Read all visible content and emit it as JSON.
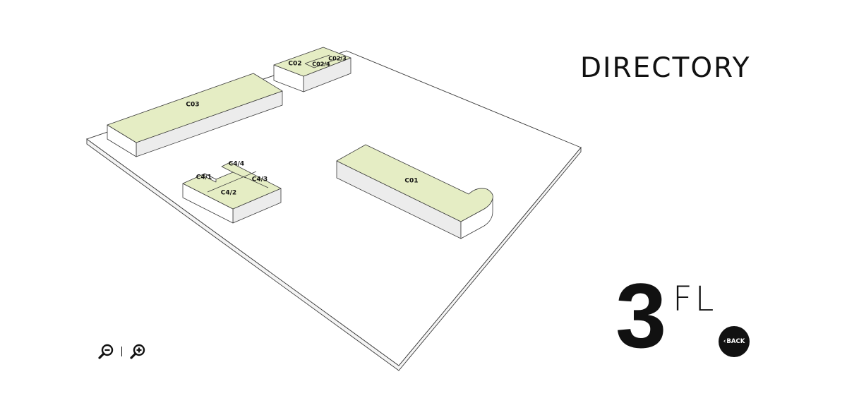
{
  "header": {
    "title": "DIRECTORY"
  },
  "floor": {
    "number": "3",
    "suffix": "FL"
  },
  "nav": {
    "back_label": "BACK",
    "back_chevron": "‹"
  },
  "zoom": {
    "zoom_out_icon": "zoom-out-icon",
    "zoom_in_icon": "zoom-in-icon"
  },
  "rooms": {
    "c01": "C01",
    "c02": "C02",
    "c02_3": "C02/3",
    "c02_4": "C02/4",
    "c03": "C03",
    "c4_1": "C4/1",
    "c4_2": "C4/2",
    "c4_3": "C4/3",
    "c4_4": "C4/4"
  },
  "colors": {
    "room_fill": "#e5edc4",
    "text": "#111111",
    "background": "#ffffff"
  }
}
